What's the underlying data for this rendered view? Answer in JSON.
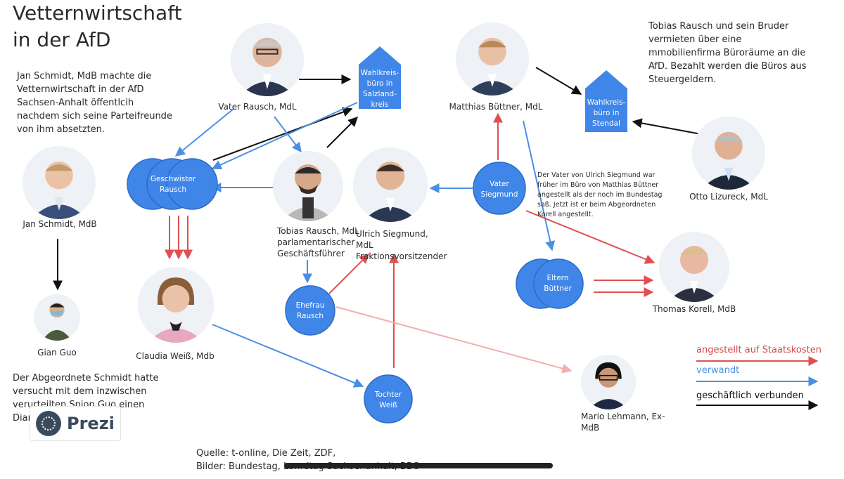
{
  "title_lines": [
    "Vetternwirtschaft",
    "in der AfD"
  ],
  "notes": {
    "schmidt": "Jan Schmidt, MdB machte die Vetternwirtschaft in der AfD Sachsen-Anhalt öffentlcih nachdem sich seine Parteifreunde von ihm absetzten.",
    "rausch_buero": "Tobias Rausch und sein Bruder vermieten über eine mmobilienfirma Büroräume an die AfD. Bezahlt werden die Büros aus Steuergeldern.",
    "siegmund": "Der Vater von Ulrich Siegmund war früher im Büro von Matthias Büttner angestellt als der noch im Bundestag saß. Jetzt ist er beim Abgeordneten Korell angestellt.",
    "guo": "Der Abgeordnete Schmidt hatte versucht mit dem inzwischen verurteilten Spion Guo einen Diam… auf… bauen."
  },
  "people": {
    "vater_rausch": "Vater Rausch, MdL",
    "buettner": "Matthias Büttner, MdL",
    "jan_schmidt": "Jan Schmidt, MdB",
    "tobias_rausch": "Tobias Rausch, MdL parlamentarischer Geschäftsführer",
    "ulrich_siegmund": "Ulrich Siegmund, MdL Fraktionsvorsitzender",
    "lizureck": "Otto Lizureck, MdL",
    "korell": "Thomas Korell, MdB",
    "weiss": "Claudia Weiß, Mdb",
    "guo": "Gian Guo",
    "lehmann": "Mario Lehmann, Ex-MdB"
  },
  "offices": {
    "salzland": [
      "Wahlkreis-",
      "büro in",
      "Salzland-",
      "kreis"
    ],
    "stendal": [
      "Wahlkreis-",
      "büro in",
      "Stendal"
    ]
  },
  "groups": {
    "geschwister": [
      "Geschwister",
      "Rausch"
    ],
    "vater_siegmund": [
      "Vater",
      "Siegmund"
    ],
    "eltern": [
      "Eltern",
      "Büttner"
    ],
    "ehefrau": [
      "Ehefrau",
      "Rausch"
    ],
    "tochter": [
      "Tochter",
      "Weiß"
    ]
  },
  "legend": {
    "employed": "angestellt auf Staatskosten",
    "related": "verwandt",
    "business": "geschäftlich verbunden"
  },
  "sources": {
    "line1": "Quelle: t-online, Die Zeit, ZDF,",
    "line2": "Bilder: Bundestag, La…dtag Sachsenanhalt, BBC"
  },
  "branding": {
    "prezi": "Prezi"
  },
  "colors": {
    "blue_node": "#3f86e8",
    "red_arrow": "#e05050",
    "blue_arrow": "#4a90e2",
    "black_arrow": "#111111",
    "pink_arrow": "#eeb0b0"
  }
}
